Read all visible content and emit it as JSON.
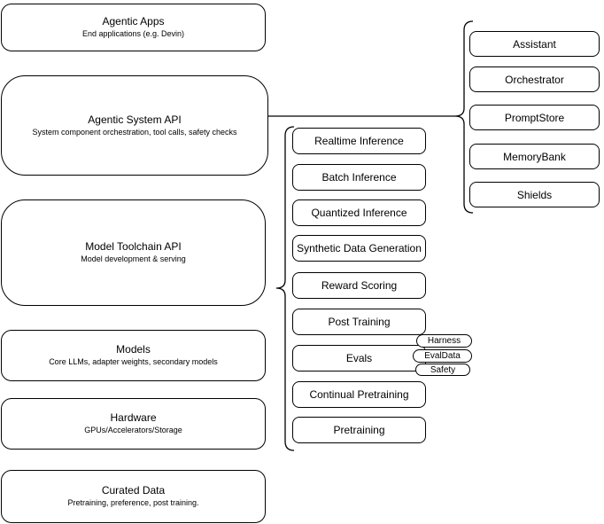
{
  "left_stack": {
    "items": [
      {
        "title": "Agentic Apps",
        "subtitle": "End applications (e.g. Devin)"
      },
      {
        "title": "Agentic System API",
        "subtitle": "System component orchestration, tool calls, safety checks"
      },
      {
        "title": "Model Toolchain API",
        "subtitle": "Model development & serving"
      },
      {
        "title": "Models",
        "subtitle": "Core LLMs, adapter weights, secondary models"
      },
      {
        "title": "Hardware",
        "subtitle": "GPUs/Accelerators/Storage"
      },
      {
        "title": "Curated Data",
        "subtitle": "Pretraining, preference, post training."
      }
    ]
  },
  "toolchain_stack": {
    "items": [
      "Realtime Inference",
      "Batch Inference",
      "Quantized Inference",
      "Synthetic Data Generation",
      "Reward Scoring",
      "Post Training",
      "Evals",
      "Continual Pretraining",
      "Pretraining"
    ]
  },
  "component_stack": {
    "items": [
      "Assistant",
      "Orchestrator",
      "PromptStore",
      "MemoryBank",
      "Shields"
    ]
  },
  "evals_tags": {
    "items": [
      "Harness",
      "EvalData",
      "Safety"
    ]
  },
  "colors": {
    "stroke": "#000000",
    "fill": "#ffffff",
    "text": "#000000"
  }
}
